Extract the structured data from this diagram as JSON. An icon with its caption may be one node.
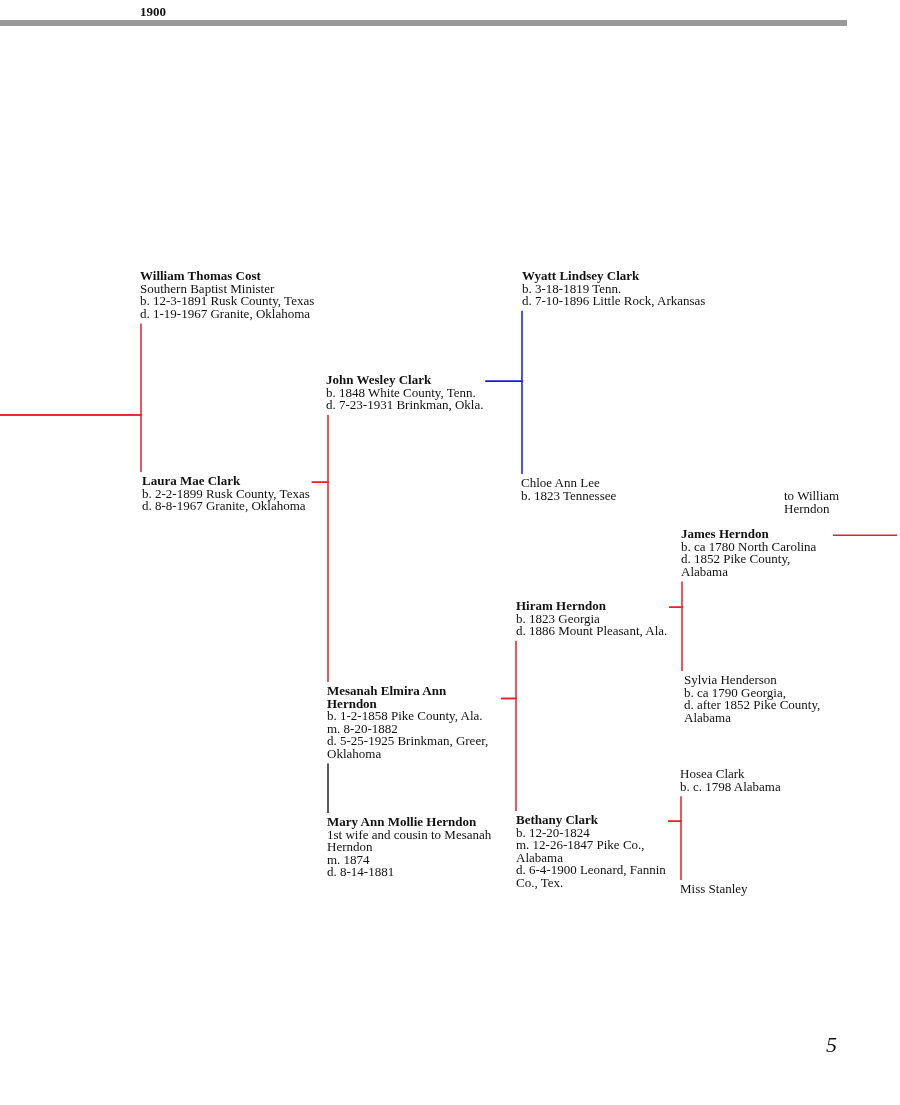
{
  "diagram": {
    "nodes": [
      {
        "text": [
          "William Thomas Cost",
          "Southern Baptist Minister",
          "b. 12-3-1891 Rusk County, Texas",
          "d. 1-19-1967 Granite, Oklahoma"
        ]
      },
      {
        "text": [
          "Laura Mae Clark",
          "b. 2-2-1899 Rusk County, Texas",
          "d. 8-8-1967 Granite, Oklahoma"
        ]
      },
      {
        "text": [
          "John Wesley Clark",
          "b. 1848 White County, Tenn.",
          "d. 7-23-1931 Brinkman, Okla."
        ]
      },
      {
        "text": [
          "Mesanah Elmira Ann Herndon",
          "b. 1-2-1858 Pike County, Ala.",
          "m. 8-20-1882",
          "d. 5-25-1925 Brinkman, Greer, Oklahoma"
        ]
      },
      {
        "text": [
          "Mary Ann Mollie Herndon",
          "1st wife and cousin to Mesanah Herndon",
          "m. 1874",
          "d. 8-14-1881"
        ]
      },
      {
        "text": [
          "Wyatt Lindsey Clark",
          "b. 3-18-1819 Tenn.",
          "d. 7-10-1896 Little Rock, Arkansas"
        ]
      },
      {
        "text": [
          "Chloe Ann Lee",
          "b. 1823 Tennessee"
        ]
      },
      {
        "text": [
          "Hiram Herndon",
          "b. 1823 Georgia",
          "d. 1886 Mount Pleasant, Ala."
        ]
      },
      {
        "text": [
          "Bethany Clark",
          "b. 12-20-1824",
          "m. 12-26-1847 Pike Co., Alabama",
          "d. 6-4-1900 Leonard, Fannin Co., Tex."
        ]
      },
      {
        "text": [
          "James Herndon",
          "b. ca 1780 North Carolina",
          "d. 1852 Pike County, Alabama"
        ]
      },
      {
        "text": [
          "Sylvia Henderson",
          "b. ca 1790 Georgia,",
          "d. after 1852 Pike County, Alabama"
        ]
      },
      {
        "text": [
          "Hosea Clark",
          "b. c. 1798 Alabama"
        ]
      },
      {
        "text": [
          "Miss Stanley"
        ]
      }
    ],
    "edges": [
      {
        "from": null,
        "to": 0,
        "arrow": "none"
      },
      {
        "from": null,
        "to": 1,
        "arrow": "none"
      },
      {
        "from": 1,
        "to": 2,
        "arrow": "none"
      },
      {
        "from": 1,
        "to": 3,
        "arrow": "none"
      },
      {
        "from": 2,
        "to": 5,
        "arrow": "none",
        "color": "#1a1ad6"
      },
      {
        "from": 2,
        "to": 6,
        "arrow": "none",
        "color": "#1a1ad6"
      },
      {
        "from": 3,
        "to": 7,
        "arrow": "none"
      },
      {
        "from": 3,
        "to": 8,
        "arrow": "none"
      },
      {
        "from": 7,
        "to": 9,
        "arrow": "none"
      },
      {
        "from": 7,
        "to": 10,
        "arrow": "none"
      },
      {
        "from": 8,
        "to": 11,
        "arrow": "none"
      },
      {
        "from": 8,
        "to": 12,
        "arrow": "none"
      },
      {
        "from": 9,
        "to": null,
        "arrow": "none",
        "label": "to William Herndon"
      },
      {
        "from": 3,
        "to": 4,
        "arrow": "none",
        "color": "#222222"
      }
    ],
    "labels": [
      "1900",
      "5"
    ]
  }
}
